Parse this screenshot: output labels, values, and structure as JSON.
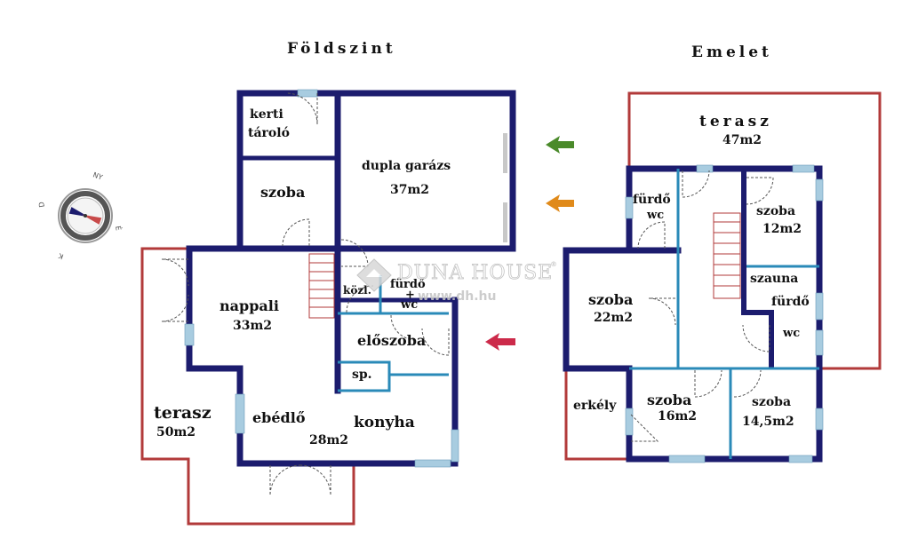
{
  "titles": {
    "ground_floor": "Földszint",
    "upper_floor": "Emelet"
  },
  "ground_rooms": {
    "storage_line1": "kerti",
    "storage_line2": "tároló",
    "garage_name": "dupla garázs",
    "garage_area": "37m2",
    "room_name": "szoba",
    "living_name": "nappali",
    "living_area": "33m2",
    "corridor": "közl.",
    "bath_line1": "fürdő",
    "bath_line2": "+",
    "bath_line3": "wc",
    "hall": "előszoba",
    "pantry": "sp.",
    "terrace_name": "terasz",
    "terrace_area": "50m2",
    "dining": "ebédlő",
    "dining_area": "28m2",
    "kitchen": "konyha"
  },
  "upper_rooms": {
    "terrace_name": "terasz",
    "terrace_area": "47m2",
    "bath_name": "fürdő",
    "bath_wc": "wc",
    "room12_name": "szoba",
    "room12_area": "12m2",
    "room22_name": "szoba",
    "room22_area": "22m2",
    "sauna": "szauna",
    "bath2_name": "fürdő",
    "bath2_wc": "wc",
    "balcony": "erkély",
    "room16_name": "szoba",
    "room16_area": "16m2",
    "room145_name": "szoba",
    "room145_area": "14,5m2"
  },
  "compass": {
    "icon": "compass-icon",
    "labels": [
      "NY",
      "É",
      "K",
      "D"
    ]
  },
  "watermark": {
    "brand": "DUNA HOUSE",
    "reg": "®",
    "url": "www.dh.hu"
  },
  "arrows": [
    {
      "icon": "arrow-left-icon",
      "color": "#4a8a2a"
    },
    {
      "icon": "arrow-left-icon",
      "color": "#e08a1a"
    },
    {
      "icon": "arrow-left-icon",
      "color": "#cc2a4a"
    }
  ],
  "colors": {
    "wall": "#1c1c6e",
    "terrace_outline": "#b23a3a",
    "partition": "#2a8ab8",
    "window": "#a8cce0"
  }
}
